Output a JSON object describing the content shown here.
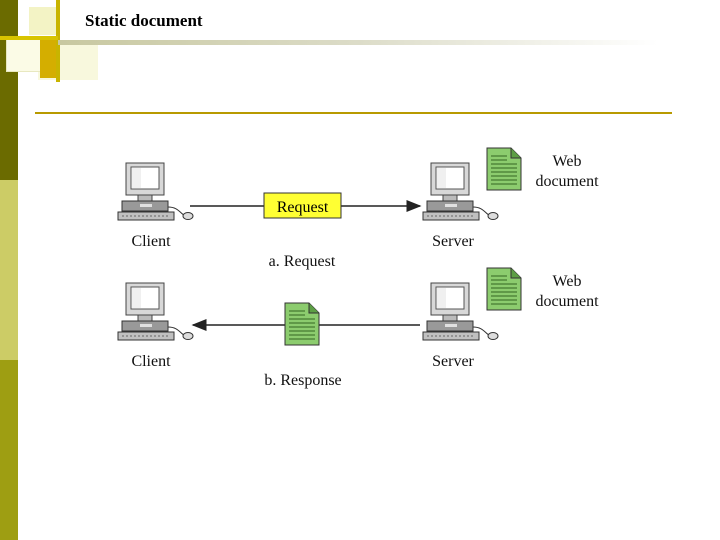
{
  "slide": {
    "title": "Static document"
  },
  "diagram": {
    "request_row": {
      "client_label": "Client",
      "server_label": "Server",
      "message_label": "Request",
      "doc_label_line1": "Web",
      "doc_label_line2": "document",
      "caption": "a. Request"
    },
    "response_row": {
      "client_label": "Client",
      "server_label": "Server",
      "doc_label_line1": "Web",
      "doc_label_line2": "document",
      "caption": "b. Response"
    }
  },
  "colors": {
    "sidebar_dark": "#6b6b00",
    "sidebar_light": "#cccc66",
    "sidebar_mid": "#9e9e12",
    "separator": "#b89a00",
    "request_box": "#ffff33",
    "document_green": "#8ccc6e"
  }
}
